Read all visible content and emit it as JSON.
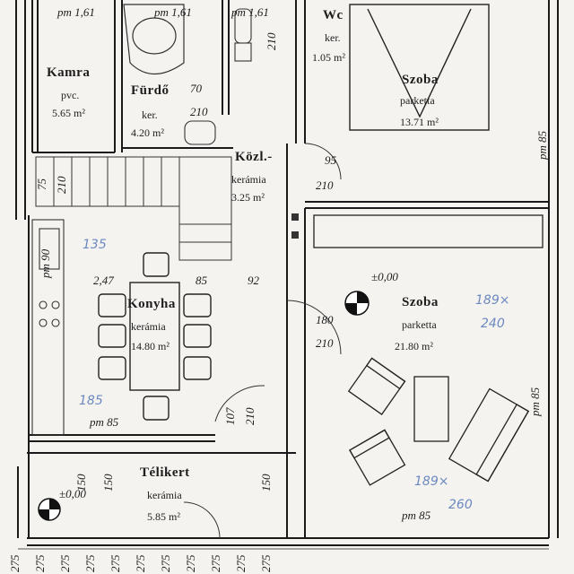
{
  "rooms": {
    "kamra": {
      "name": "Kamra",
      "floor": "pvc.",
      "area": "5.65 m²"
    },
    "furdo": {
      "name": "Fürdő",
      "floor": "ker.",
      "area": "4.20 m²"
    },
    "wc": {
      "name": "Wc",
      "floor": "ker.",
      "area": "1.05 m²"
    },
    "szoba1": {
      "name": "Szoba",
      "floor": "parketta",
      "area": "13.71 m²"
    },
    "kozl": {
      "name": "Közl.-",
      "floor": "kerámia",
      "area": "3.25 m²"
    },
    "konyha": {
      "name": "Konyha",
      "floor": "kerámia",
      "area": "14.80 m²"
    },
    "szoba2": {
      "name": "Szoba",
      "floor": "parketta",
      "area": "21.80 m²"
    },
    "telikert": {
      "name": "Télikert",
      "floor": "kerámia",
      "area": "5.85 m²"
    }
  },
  "top_labels": {
    "pm1": "pm 1,61",
    "pm2": "pm 1,61",
    "pm3": "pm 1,61"
  },
  "dimensions": {
    "d70": "70",
    "d210a": "210",
    "d210b": "210",
    "d95": "95",
    "d210c": "210",
    "d75": "75",
    "d210d": "210",
    "d247": "2,47",
    "d85a": "85",
    "d92": "92",
    "d180": "180",
    "d210e": "210",
    "d107": "107",
    "d210f": "210",
    "d150a": "150",
    "d150b": "150",
    "d150c": "150",
    "pm85a": "pm 85",
    "pm85b": "pm 85",
    "pm85c": "pm 85",
    "pm85d": "pm 85",
    "pm90": "pm 90",
    "level1": "±0,00",
    "level2": "±0,00",
    "bottom": [
      "275",
      "275",
      "275",
      "275",
      "275",
      "275",
      "275",
      "275",
      "275",
      "275",
      "275"
    ]
  },
  "handwritten": {
    "h1": "189×",
    "h2": "240",
    "h3": "189×",
    "h4": "260",
    "h5": "185",
    "h6": "135"
  }
}
